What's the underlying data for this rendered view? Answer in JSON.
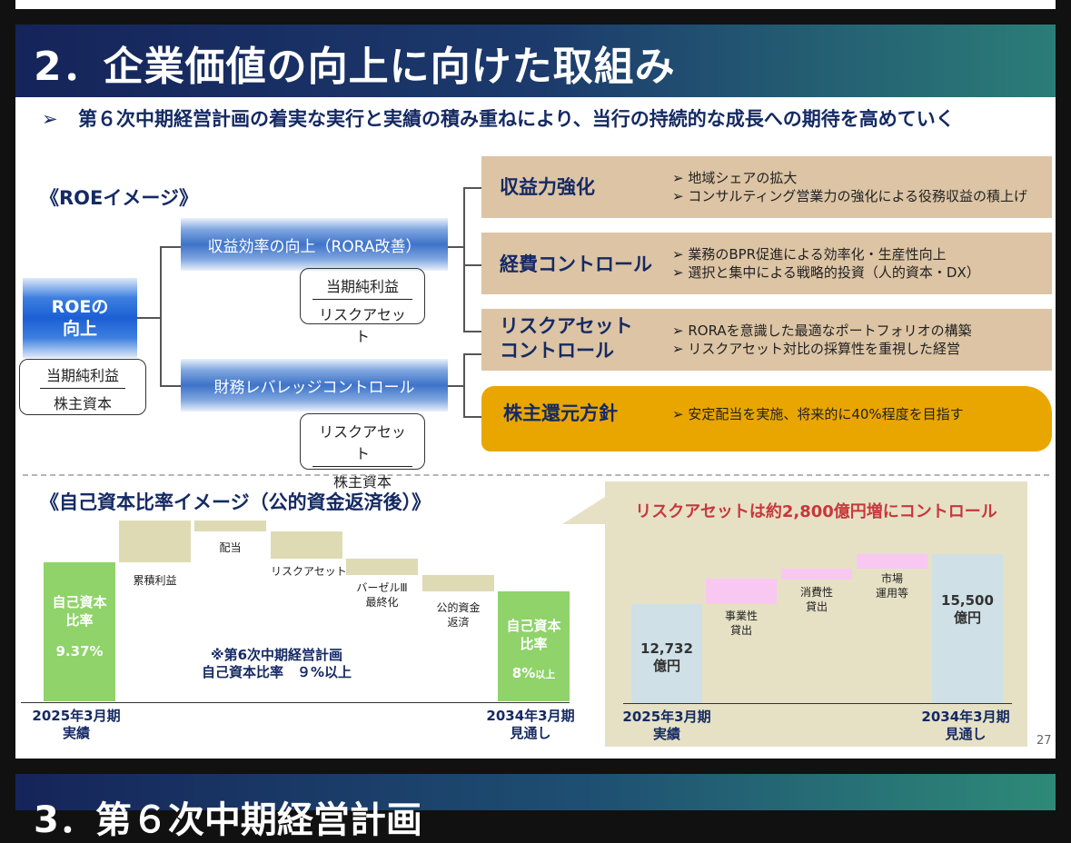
{
  "title": "2．企業価値の向上に向けた取組み",
  "bullet": {
    "mark": "➢",
    "text": "第６次中期経営計画の着実な実行と実績の積み重ねにより、当行の持続的な成長への期待を高めていく"
  },
  "roe_section": {
    "heading": "《ROEイメージ》",
    "roe_box": {
      "line1": "ROEの",
      "line2": "向上"
    },
    "roe_fraction": {
      "num": "当期純利益",
      "den": "株主資本"
    },
    "branch1": {
      "label": "収益効率の向上（RORA改善）",
      "fraction": {
        "num": "当期純利益",
        "den": "リスクアセット"
      }
    },
    "branch2": {
      "label": "財務レバレッジコントロール",
      "fraction": {
        "num": "リスクアセット",
        "den": "株主資本"
      }
    },
    "measures": [
      {
        "label": "収益力強化",
        "points": [
          "➢ 地域シェアの拡大",
          "➢ コンサルティング営業力の強化による役務収益の積上げ"
        ]
      },
      {
        "label": "経費コントロール",
        "points": [
          "➢ 業務のBPR促進による効率化・生産性向上",
          "➢ 選択と集中による戦略的投資（人的資本・DX）"
        ]
      },
      {
        "label1": "リスクアセット",
        "label2": "コントロール",
        "points": [
          "➢ RORAを意識した最適なポートフォリオの構築",
          "➢ リスクアセット対比の採算性を重視した経営"
        ]
      },
      {
        "label": "株主還元方針",
        "points": [
          "➢ 安定配当を実施、将来的に40%程度を目指す"
        ]
      }
    ]
  },
  "equity_section": {
    "heading": "《自己資本比率イメージ（公的資金返済後）》",
    "start_bar": {
      "line1": "自己資本",
      "line2": "比率",
      "value": "9.37%"
    },
    "end_bar": {
      "line1": "自己資本",
      "line2": "比率",
      "value": "8%",
      "suffix": "以上"
    },
    "steps": [
      {
        "label": "累積利益"
      },
      {
        "label": "配当"
      },
      {
        "label": "リスクアセット"
      },
      {
        "label1": "バーゼルⅢ",
        "label2": "最終化"
      },
      {
        "label1": "公的資金",
        "label2": "返済"
      }
    ],
    "note1": "※第6次中期経営計画",
    "note2": "自己資本比率　９%以上",
    "x_start": {
      "line1": "2025年3月期",
      "line2": "実績"
    },
    "x_end": {
      "line1": "2034年3月期",
      "line2": "見通し"
    }
  },
  "risk_panel": {
    "title": "リスクアセットは約2,800億円増にコントロール",
    "start_value": {
      "line1": "12,732",
      "line2": "億円"
    },
    "end_value": {
      "line1": "15,500",
      "line2": "億円"
    },
    "steps": [
      {
        "label1": "事業性",
        "label2": "貸出"
      },
      {
        "label1": "消費性",
        "label2": "貸出"
      },
      {
        "label1": "市場",
        "label2": "運用等"
      }
    ],
    "x_start": {
      "line1": "2025年3月期",
      "line2": "実績"
    },
    "x_end": {
      "line1": "2034年3月期",
      "line2": "見通し"
    }
  },
  "page_number": "27",
  "next_title": "3．第６次中期経営計画"
}
